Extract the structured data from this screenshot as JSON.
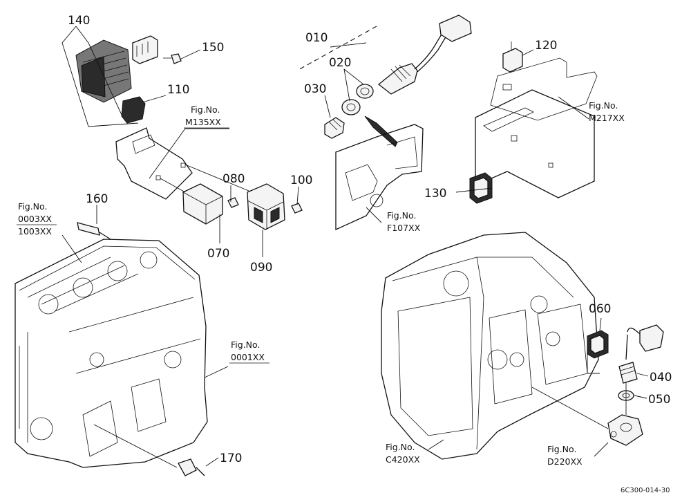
{
  "callouts": {
    "c010": "010",
    "c020": "020",
    "c030": "030",
    "c040": "040",
    "c050": "050",
    "c060": "060",
    "c070": "070",
    "c080": "080",
    "c090": "090",
    "c100": "100",
    "c110": "110",
    "c120": "120",
    "c130": "130",
    "c140": "140",
    "c150": "150",
    "c160": "160",
    "c170": "170"
  },
  "figrefs": {
    "m135": {
      "label": "Fig.No.",
      "code": "M135XX"
    },
    "m217": {
      "label": "Fig.No.",
      "code": "M217XX"
    },
    "f107": {
      "label": "Fig.No.",
      "code": "F107XX"
    },
    "f0003": {
      "label": "Fig.No.",
      "code": "0003XX",
      "code2": "1003XX"
    },
    "f0001": {
      "label": "Fig.No.",
      "code": "0001XX"
    },
    "c420": {
      "label": "Fig.No.",
      "code": "C420XX"
    },
    "d220": {
      "label": "Fig.No.",
      "code": "D220XX"
    }
  },
  "drawing_code": "6C300-014-30"
}
